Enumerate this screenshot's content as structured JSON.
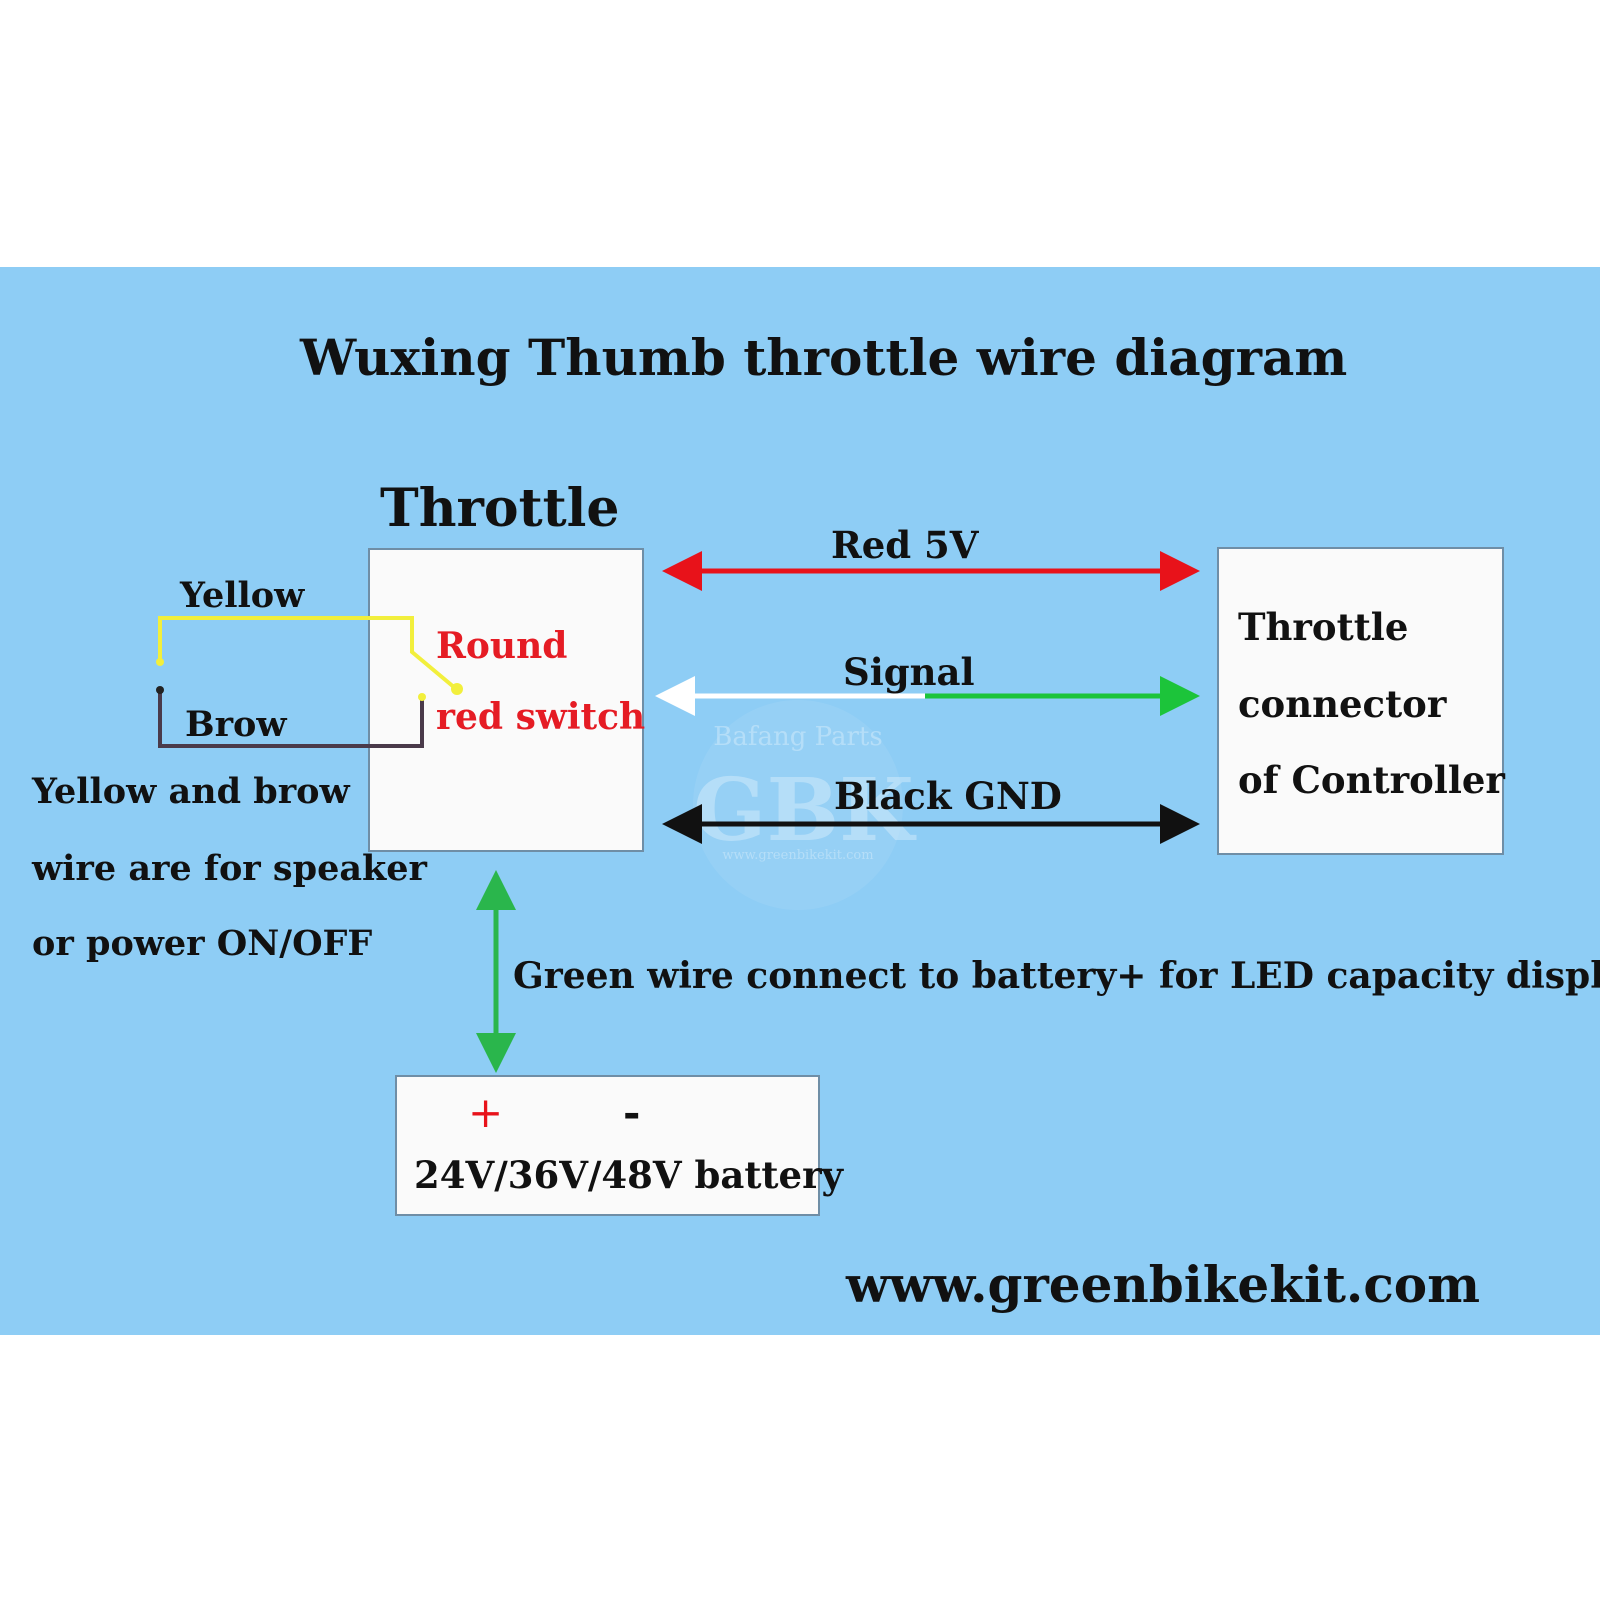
{
  "title": "Wuxing Thumb throttle wire diagram",
  "throttle": {
    "heading": "Throttle",
    "switch_line1": "Round",
    "switch_line2": "red switch"
  },
  "controller": {
    "line1": "Throttle",
    "line2": "connector",
    "line3": "of Controller"
  },
  "wires": {
    "red": "Red 5V",
    "signal": "Signal",
    "black": "Black GND",
    "yellow": "Yellow",
    "brown": "Brow",
    "green_note": "Green wire connect to battery+ for LED capacity display"
  },
  "speaker_note": {
    "line1": "Yellow and brow",
    "line2": "wire are for speaker",
    "line3": "or power ON/OFF"
  },
  "battery": {
    "plus": "+",
    "minus": "-",
    "label": "24V/36V/48V battery"
  },
  "website": "www.greenbikekit.com",
  "watermark": {
    "top": "Bafang Parts",
    "main": "GBK",
    "url": "www.greenbikekit.com"
  },
  "colors": {
    "background_panel": "#8ecdf5",
    "red_wire": "#e8121a",
    "signal_green": "#1cc43a",
    "signal_white": "#ffffff",
    "black_wire": "#111111",
    "yellow_wire": "#f2ef3c",
    "brown_wire": "#4a3a4a",
    "green_wire": "#2ab64c",
    "switch_label": "#e51c24"
  }
}
